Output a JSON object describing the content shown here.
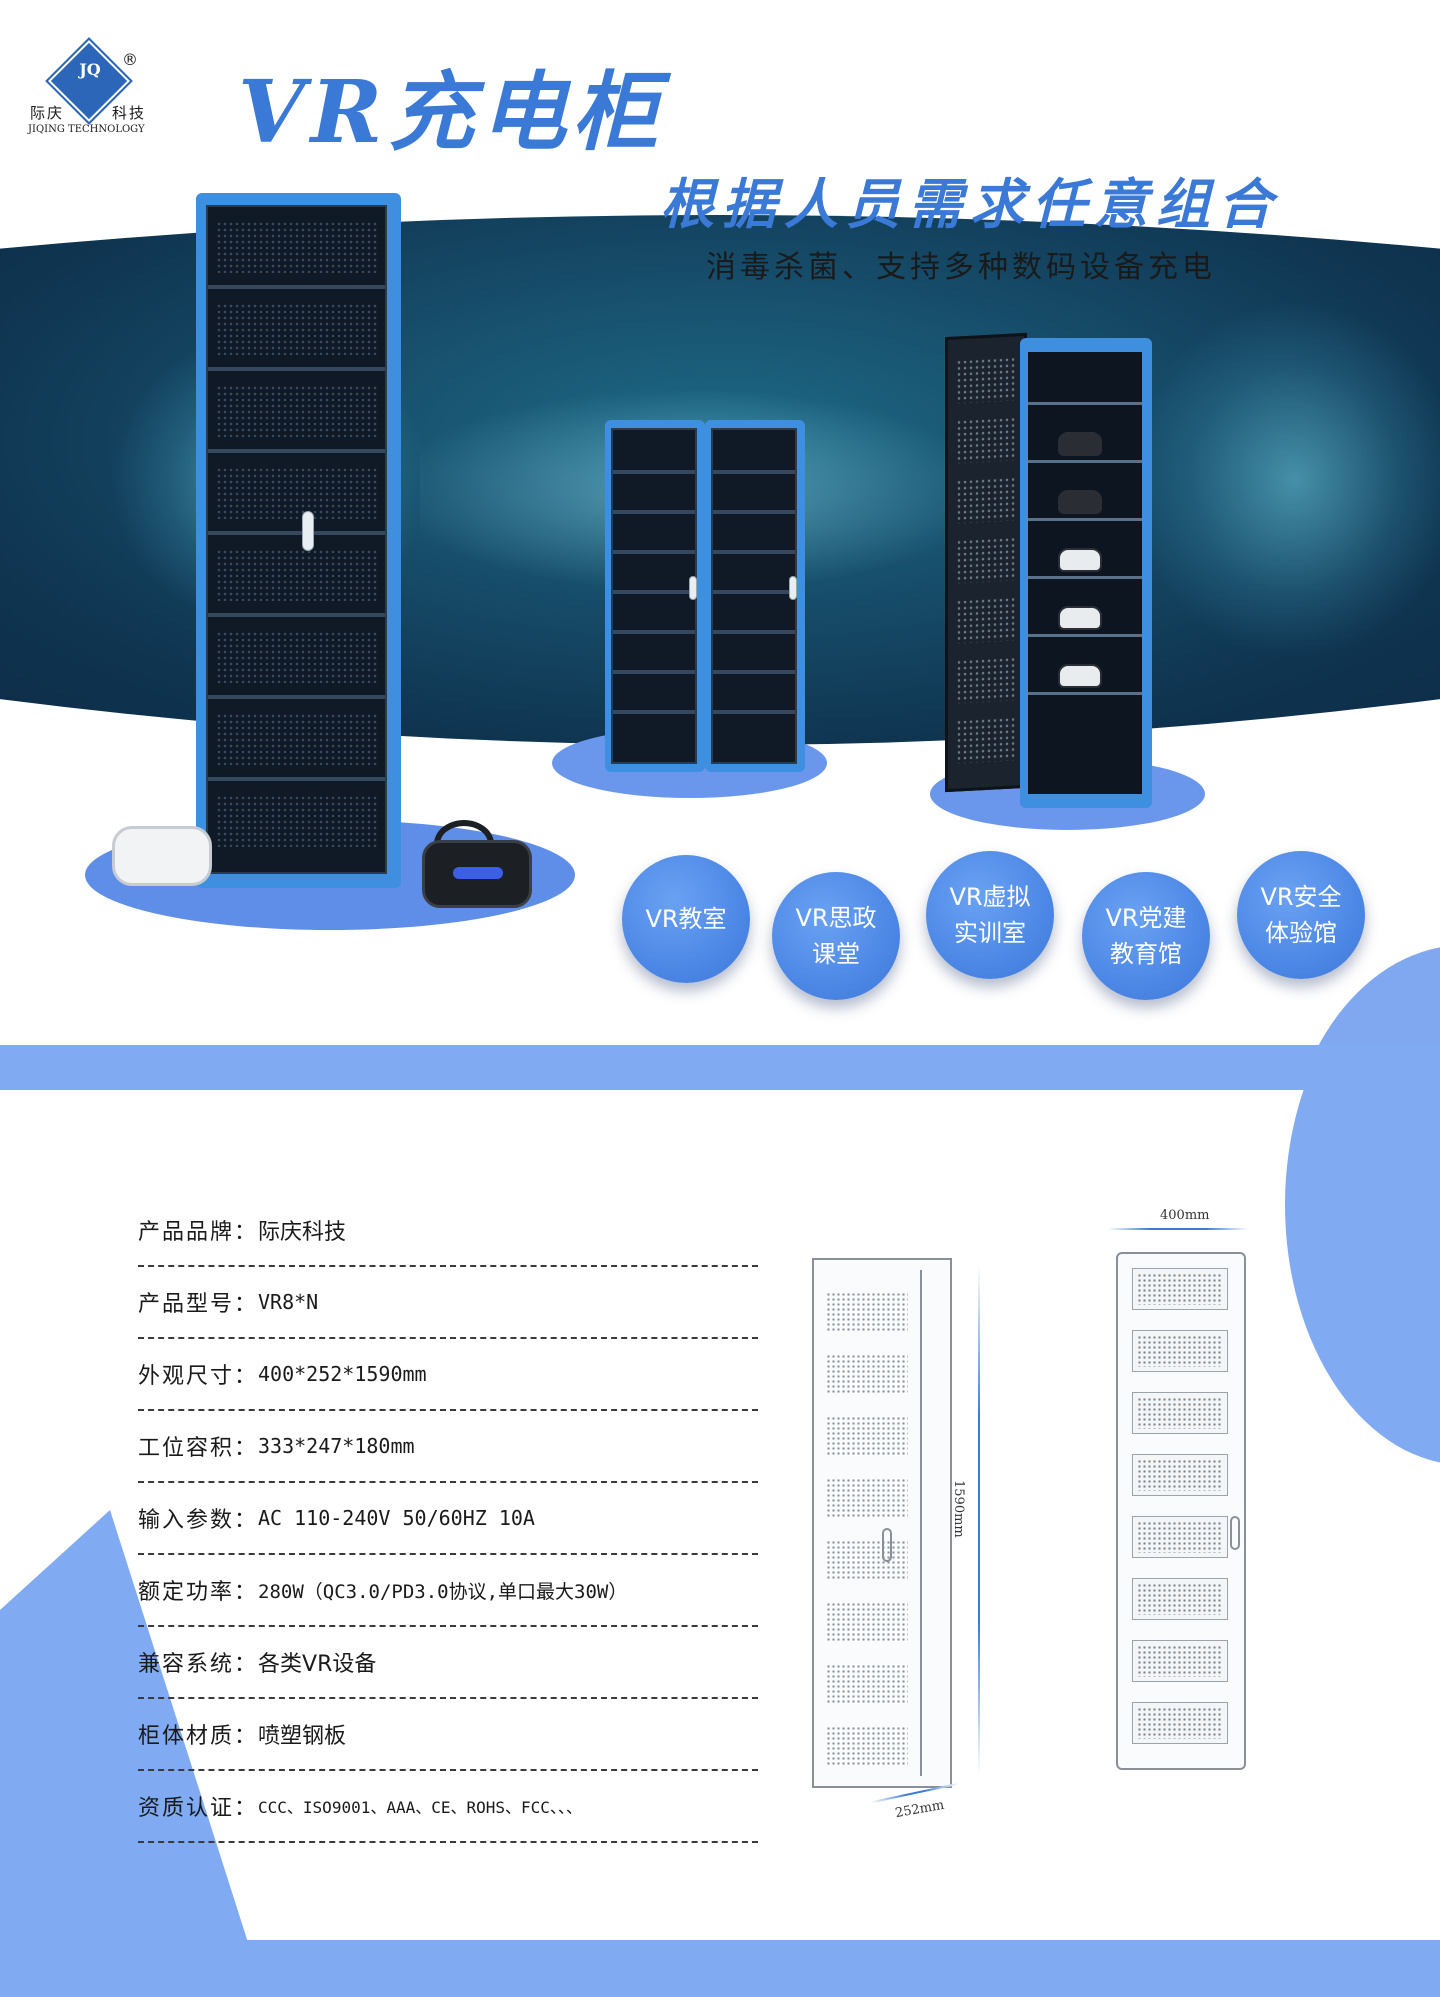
{
  "brand": {
    "logo_letters": "JQ",
    "logo_registered": "®",
    "name_left": "际庆",
    "name_right": "科技",
    "name_en": "JIQING TECHNOLOGY"
  },
  "hero": {
    "title": "VR充电柜",
    "slogan": "根据人员需求任意组合",
    "subtitle": "消毒杀菌、支持多种数码设备充电"
  },
  "scenarios": [
    {
      "label": "VR教室"
    },
    {
      "label": "VR思政\n课堂"
    },
    {
      "label": "VR虚拟\n实训室"
    },
    {
      "label": "VR党建\n教育馆"
    },
    {
      "label": "VR安全\n体验馆"
    }
  ],
  "specs": [
    {
      "key": "产品品牌：",
      "value": "际庆科技"
    },
    {
      "key": "产品型号：",
      "value": "VR8*N"
    },
    {
      "key": "外观尺寸：",
      "value": "400*252*1590mm"
    },
    {
      "key": "工位容积：",
      "value": "333*247*180mm"
    },
    {
      "key": "输入参数：",
      "value": "AC 110-240V 50/60HZ 10A"
    },
    {
      "key": "额定功率：",
      "value": "280W（QC3.0/PD3.0协议,单口最大30W）"
    },
    {
      "key": "兼容系统：",
      "value": "各类VR设备"
    },
    {
      "key": "柜体材质：",
      "value": "喷塑钢板"
    },
    {
      "key": "资质认证：",
      "value": "CCC、ISO9001、AAA、CE、ROHS、FCC、、、"
    }
  ],
  "dimensions": {
    "width": "400mm",
    "height": "1590mm",
    "depth": "252mm"
  },
  "colors": {
    "accent": "#3a79d6",
    "light_blue": "#80aaf2",
    "cabinet_blue": "#3f8fe0"
  }
}
